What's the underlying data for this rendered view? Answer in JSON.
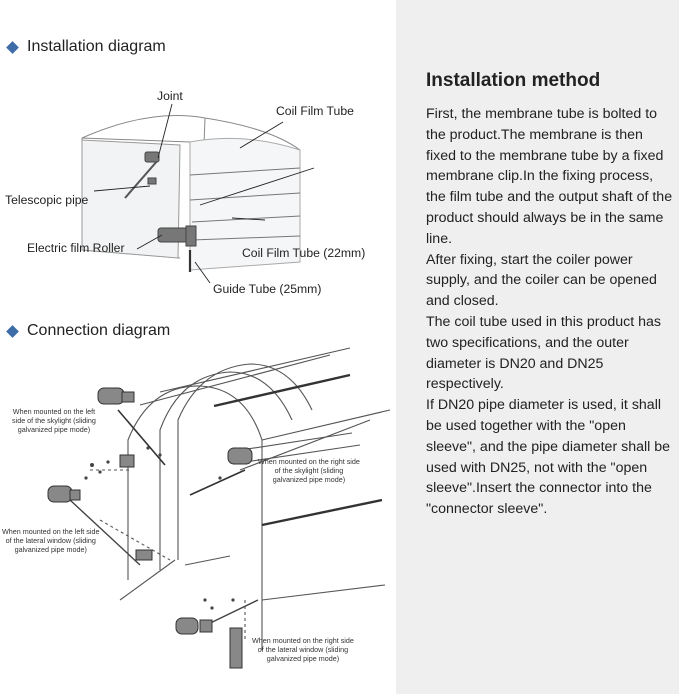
{
  "installation_heading": "Installation diagram",
  "connection_heading": "Connection diagram",
  "installation_labels": {
    "joint": "Joint",
    "coil_film_tube": "Coil Film Tube",
    "telescopic_pipe": "Telescopic pipe",
    "electric_film_roller": "Electric film Roller",
    "coil_film_tube_22": "Coil Film Tube (22mm)",
    "guide_tube_25": "Guide Tube (25mm)"
  },
  "connection_notes": {
    "left_skylight": [
      "When mounted on the left",
      "side of the skylight (sliding",
      "galvanized pipe mode)"
    ],
    "right_skylight": [
      "When mounted on the right side",
      "of the skylight (sliding",
      "galvanized pipe mode)"
    ],
    "left_lateral": [
      "When mounted on the left side",
      "of the lateral window (sliding",
      "galvanized pipe mode)"
    ],
    "right_lateral": [
      "When mounted on the right side",
      "of the lateral window (sliding",
      "galvanized pipe mode)"
    ]
  },
  "method": {
    "title": "Installation method",
    "paragraphs": [
      "First, the membrane tube is bolted to the product.The membrane is then fixed to the membrane tube by a fixed membrane clip.In the fixing process, the film tube and the output shaft of the product should always be in the same line.",
      "After fixing, start the coiler power supply, and the coiler can be opened and closed.",
      "The coil tube used in this product has two specifications, and the outer diameter is DN20 and DN25 respectively.",
      "If DN20 pipe diameter is used, it shall be used together with the \"open sleeve\", and the pipe diameter shall be used with DN25, not with the \"open sleeve\".Insert the connector into the \"connector sleeve\"."
    ]
  }
}
